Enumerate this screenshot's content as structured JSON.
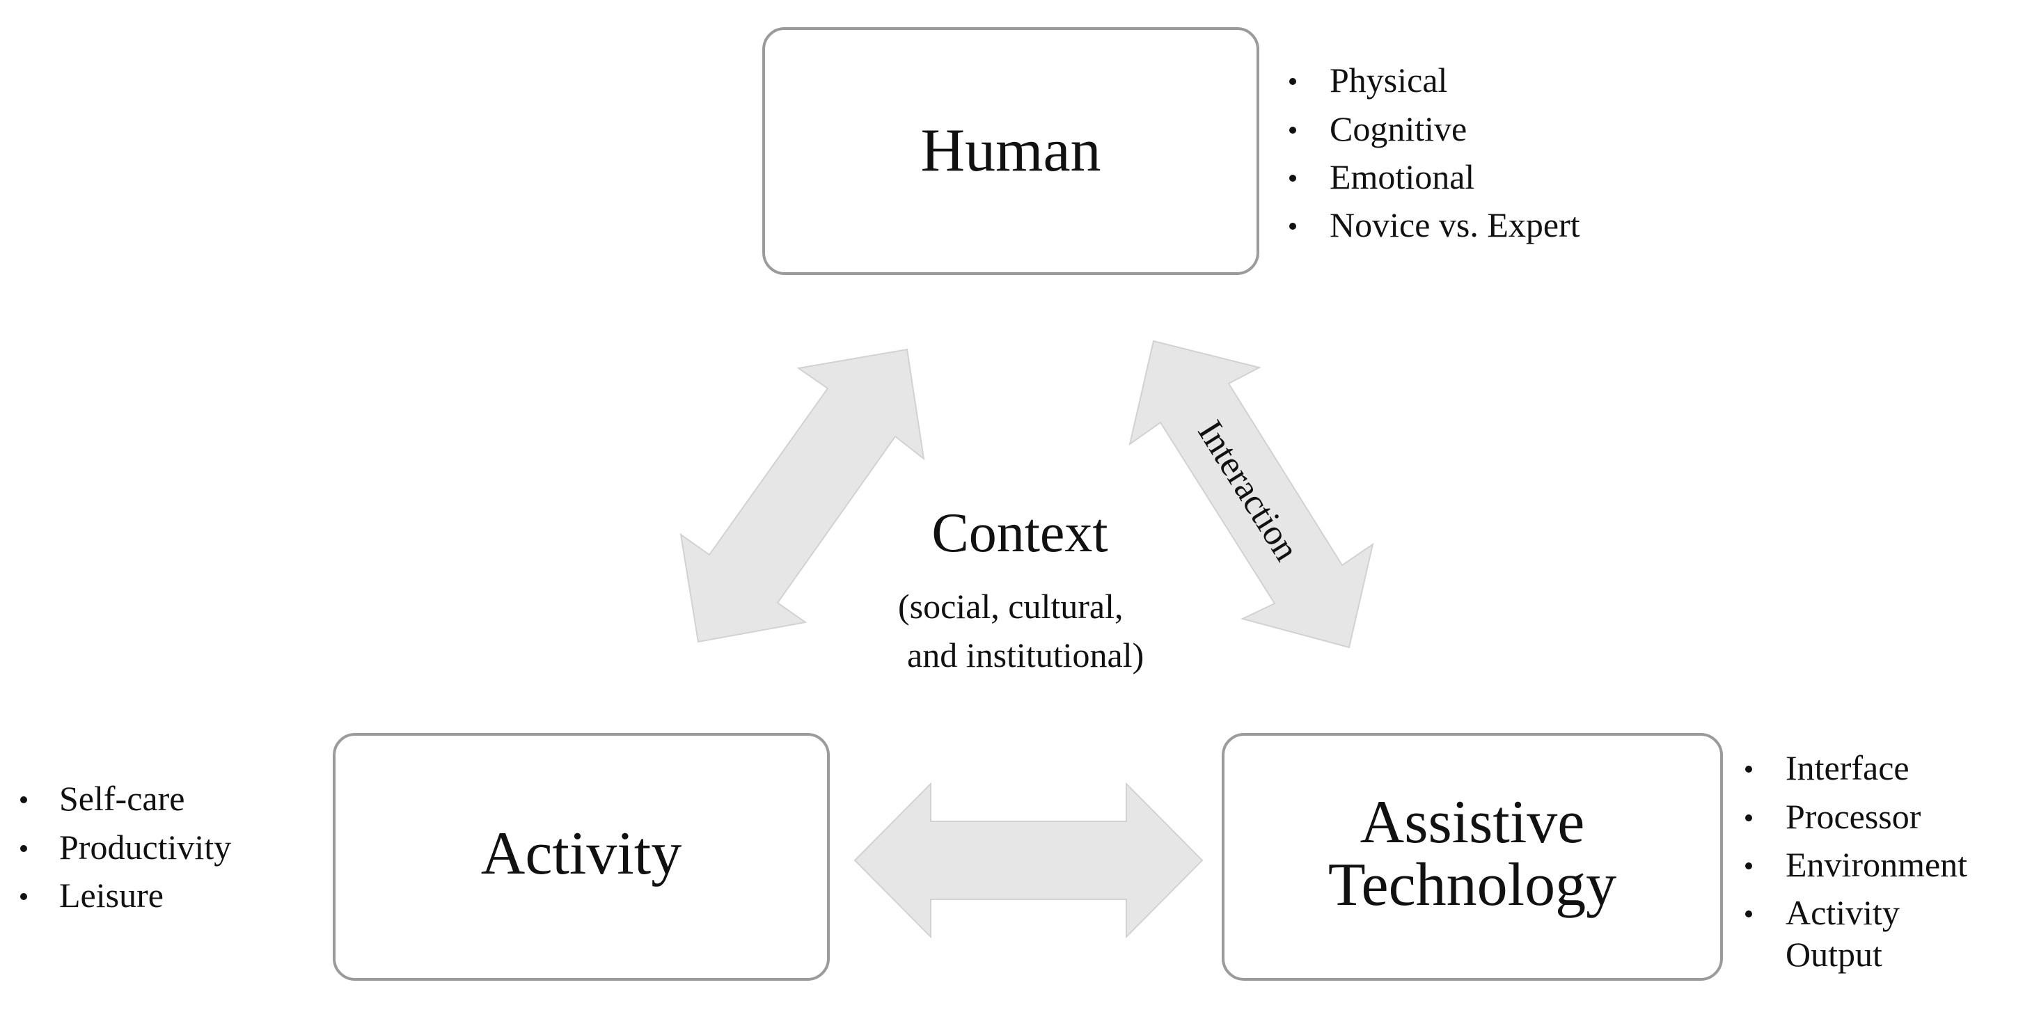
{
  "nodes": {
    "human": {
      "title": "Human"
    },
    "activity": {
      "title": "Activity"
    },
    "assistive_technology": {
      "title_line1": "Assistive",
      "title_line2": "Technology"
    }
  },
  "context": {
    "title": "Context",
    "subtitle_line1": "(social, cultural,",
    "subtitle_line2": "and institutional)"
  },
  "arrows": {
    "human_technology_label": "Interaction"
  },
  "lists": {
    "human": [
      "Physical",
      "Cognitive",
      "Emotional",
      "Novice vs. Expert"
    ],
    "activity": [
      "Self-care",
      "Productivity",
      "Leisure"
    ],
    "technology": [
      "Interface",
      "Processor",
      "Environment",
      "Activity",
      "Output"
    ]
  },
  "colors": {
    "box_border": "#9b9b9b",
    "arrow_fill": "#e6e6e6",
    "text": "#111111"
  }
}
